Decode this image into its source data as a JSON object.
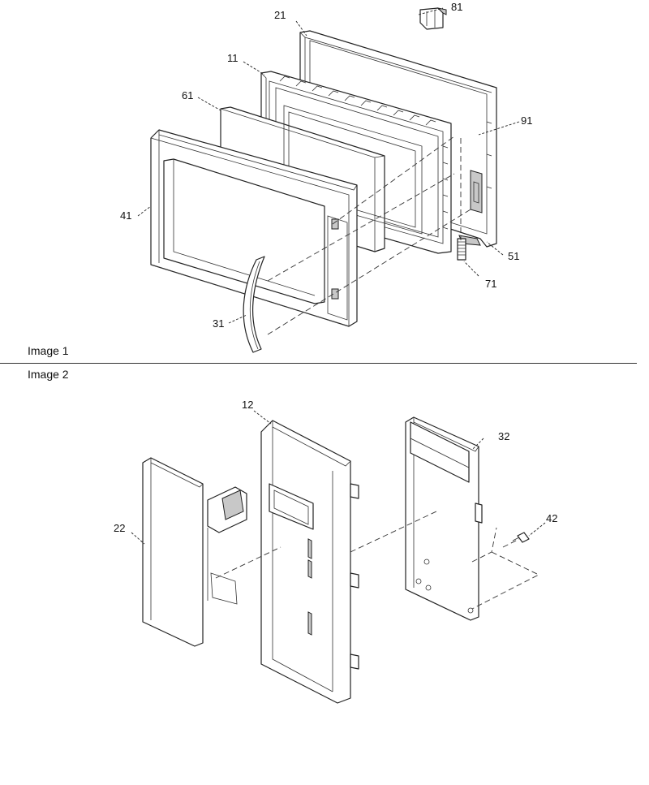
{
  "image1": {
    "caption": "Image 1",
    "callouts": [
      "21",
      "81",
      "11",
      "61",
      "91",
      "41",
      "51",
      "71",
      "31"
    ]
  },
  "image2": {
    "caption": "Image 2",
    "callouts": [
      "12",
      "32",
      "22",
      "42"
    ]
  }
}
